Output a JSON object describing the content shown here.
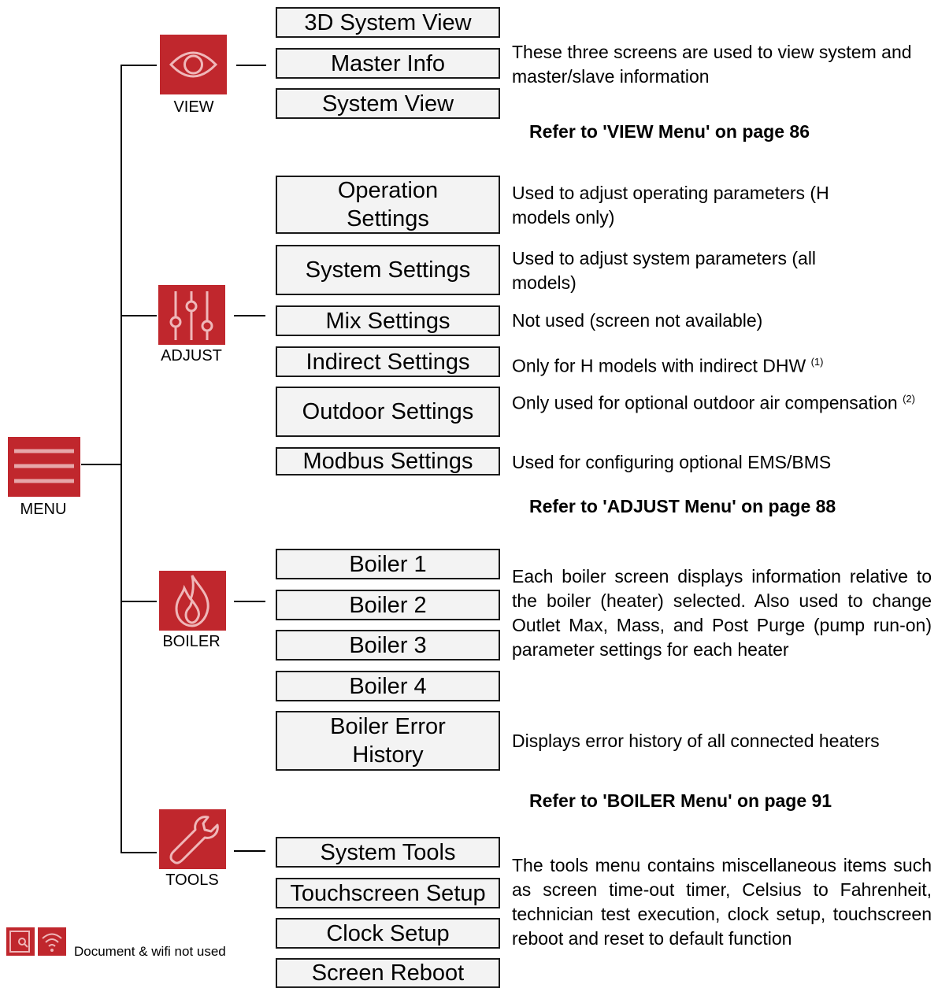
{
  "menu": {
    "label": "MENU"
  },
  "groups": {
    "view": {
      "label": "VIEW",
      "icon": "eye-icon",
      "items": [
        "3D System View",
        "Master Info",
        "System View"
      ],
      "description": "These three screens are used to view system and master/slave information",
      "reference": "Refer to 'VIEW Menu' on page 86"
    },
    "adjust": {
      "label": "ADJUST",
      "icon": "sliders-icon",
      "items": [
        "Operation Settings",
        "System Settings",
        "Mix Settings",
        "Indirect Settings",
        "Outdoor Settings",
        "Modbus Settings"
      ],
      "descriptions": [
        "Used to adjust operating parameters (H models only)",
        "Used to adjust system parameters (all models)",
        "Not used (screen not available)",
        "Only for H models with indirect DHW",
        "Only used for optional outdoor air compensation",
        "Used for configuring optional EMS/BMS"
      ],
      "footnotes": [
        "(1)",
        "(2)"
      ],
      "reference": "Refer to 'ADJUST Menu' on page 88"
    },
    "boiler": {
      "label": "BOILER",
      "icon": "flame-icon",
      "items": [
        "Boiler 1",
        "Boiler 2",
        "Boiler 3",
        "Boiler 4",
        "Boiler Error History"
      ],
      "description": "Each boiler screen displays information relative to the boiler (heater) selected. Also used to change Outlet Max, Mass, and Post Purge (pump run-on) parameter settings for each heater",
      "error_description": "Displays error history of all connected heaters",
      "reference": "Refer to 'BOILER Menu' on page  91"
    },
    "tools": {
      "label": "TOOLS",
      "icon": "wrench-icon",
      "items": [
        "System Tools",
        "Touchscreen Setup",
        "Clock Setup",
        "Screen Reboot"
      ],
      "description": "The tools menu contains miscellaneous items such as screen time-out timer, Celsius to Fahrenheit, technician test execution, clock setup, touchscreen reboot and reset to default function"
    }
  },
  "note": {
    "icons": [
      "document-icon",
      "wifi-icon"
    ],
    "text": "Document & wifi not used"
  },
  "colors": {
    "icon_red": "#c0272d",
    "button_bg": "#f3f3f3"
  }
}
